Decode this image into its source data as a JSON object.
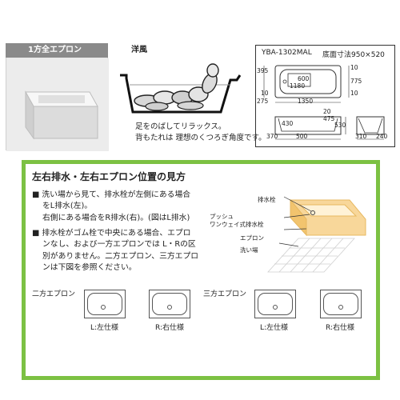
{
  "apron_label": "1方全エプロン",
  "style": {
    "title": "洋風",
    "caption_lines": [
      "足をのばしてリラックス。",
      "背もたれは 理想のくつろぎ角度です。"
    ]
  },
  "spec": {
    "model": "YBA-1302MAL",
    "base_dimension": "底面寸法950×520",
    "dims": {
      "d395": "395",
      "d600": "600",
      "d1180": "1180",
      "d10a": "10",
      "d775": "775",
      "d10b": "10",
      "d275": "275",
      "d10c": "10",
      "d1350": "1350",
      "d430": "430",
      "d20": "20",
      "d475": "475",
      "d530": "530",
      "d370": "370",
      "d500": "500",
      "d310": "310",
      "d240": "240"
    }
  },
  "section": {
    "title": "左右排水・左右エプロン位置の見方",
    "bullet1_lines": [
      "洗い場から見て、排水栓が左側にある場合",
      "をL排水(左)。",
      "右側にある場合をR排水(右)。(図はL排水)"
    ],
    "bullet2_lines": [
      "排水栓がゴム栓で中央にある場合、エプロ",
      "ンなし、および一方エプロンでは L・Rの区",
      "別がありません。二方エプロン、三方エプロ",
      "ンは下図を参照ください。"
    ],
    "bullet_mark": "■",
    "diagram_labels": {
      "drain_plug": "排水栓",
      "push_drain": "プッシュ\nワンウェイ式排水栓",
      "apron": "エプロン",
      "washing_area": "洗い場"
    },
    "two_apron": {
      "title": "二方エプロン",
      "left_caption": "L:左仕様",
      "right_caption": "R:右仕様"
    },
    "three_apron": {
      "title": "三方エプロン",
      "left_caption": "L:左仕様",
      "right_caption": "R:右仕様"
    }
  }
}
